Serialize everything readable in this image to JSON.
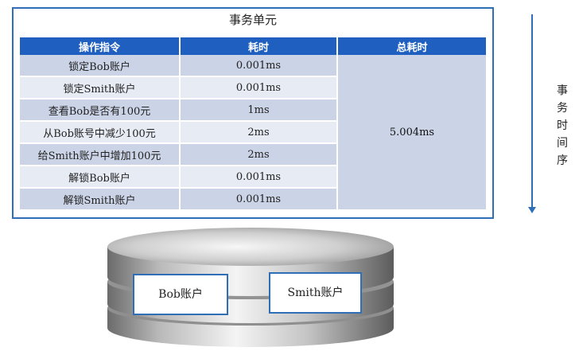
{
  "unit_title": "事务单元",
  "table": {
    "headers": [
      "操作指令",
      "耗时",
      "总耗时"
    ],
    "rows": [
      {
        "op": "锁定Bob账户",
        "time": "0.001ms"
      },
      {
        "op": "锁定Smith账户",
        "time": "0.001ms"
      },
      {
        "op": "查看Bob是否有100元",
        "time": "1ms"
      },
      {
        "op": "从Bob账号中减少100元",
        "time": "2ms"
      },
      {
        "op": "给Smith账户中增加100元",
        "time": "2ms"
      },
      {
        "op": "解锁Bob账户",
        "time": "0.001ms"
      },
      {
        "op": "解锁Smith账户",
        "time": "0.001ms"
      }
    ],
    "total": "5.004ms"
  },
  "axis_label": "事务时间序",
  "database": {
    "accounts": [
      "Bob账户",
      "Smith账户"
    ]
  },
  "colors": {
    "header_blue": "#1f5fbf",
    "border_blue": "#2e6fb8",
    "row_dark": "#cbd3e6",
    "row_light": "#e7ebf4"
  }
}
